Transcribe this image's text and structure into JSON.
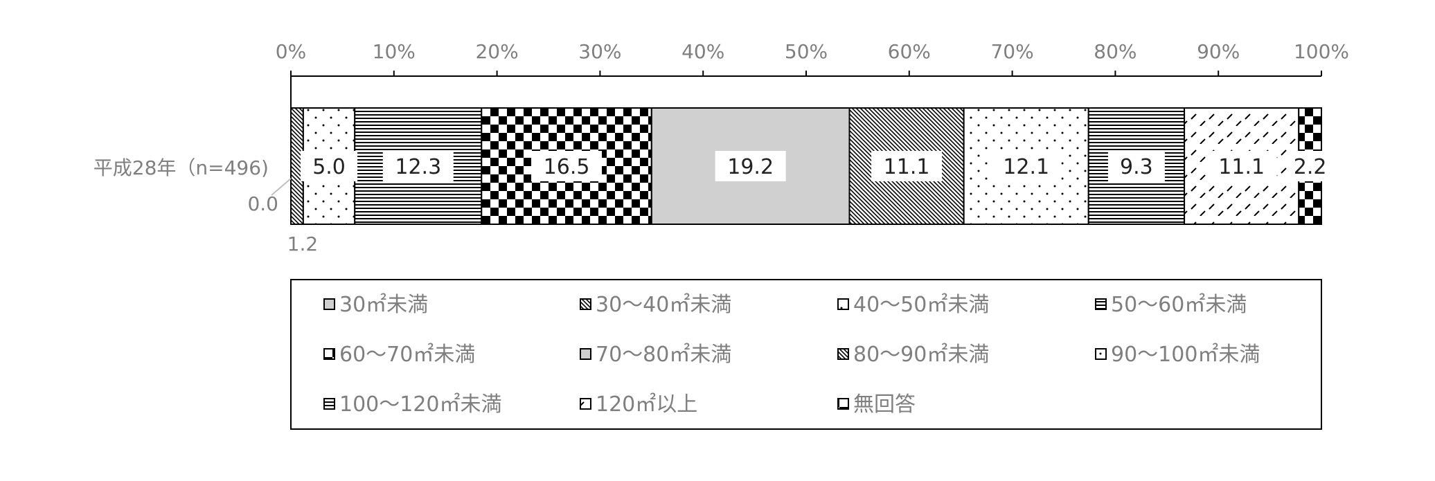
{
  "chart_data": {
    "type": "bar",
    "orientation": "horizontal-stacked-100",
    "categories": [
      "平成28年（n=496)"
    ],
    "x_ticks": [
      "0%",
      "10%",
      "20%",
      "30%",
      "40%",
      "50%",
      "60%",
      "70%",
      "80%",
      "90%",
      "100%"
    ],
    "xlim": [
      0,
      100
    ],
    "grid": false,
    "legend_position": "bottom",
    "series": [
      {
        "name": "30㎡未満",
        "values": [
          0.0
        ],
        "label": "0.0",
        "pattern": "lightgray"
      },
      {
        "name": "30～40㎡未満",
        "values": [
          1.2
        ],
        "label": "1.2",
        "pattern": "diagonal-dense"
      },
      {
        "name": "40～50㎡未満",
        "values": [
          5.0
        ],
        "label": "5.0",
        "pattern": "dots"
      },
      {
        "name": "50～60㎡未満",
        "values": [
          12.3
        ],
        "label": "12.3",
        "pattern": "horizontal-lines"
      },
      {
        "name": "60～70㎡未満",
        "values": [
          16.5
        ],
        "label": "16.5",
        "pattern": "checker"
      },
      {
        "name": "70～80㎡未満",
        "values": [
          19.2
        ],
        "label": "19.2",
        "pattern": "lightgray"
      },
      {
        "name": "80～90㎡未満",
        "values": [
          11.1
        ],
        "label": "11.1",
        "pattern": "diagonal-dense"
      },
      {
        "name": "90～100㎡未満",
        "values": [
          12.1
        ],
        "label": "12.1",
        "pattern": "dots"
      },
      {
        "name": "100～120㎡未満",
        "values": [
          9.3
        ],
        "label": "9.3",
        "pattern": "horizontal-lines"
      },
      {
        "name": "120㎡以上",
        "values": [
          11.1
        ],
        "label": "11.1",
        "pattern": "dashes"
      },
      {
        "name": "無回答",
        "values": [
          2.2
        ],
        "label": "2.2",
        "pattern": "checker"
      }
    ],
    "colors": {
      "axis": "#000000",
      "text": "#7f7f7f",
      "gray_fill": "#d0d0d0",
      "pattern_ink": "#000000"
    }
  }
}
